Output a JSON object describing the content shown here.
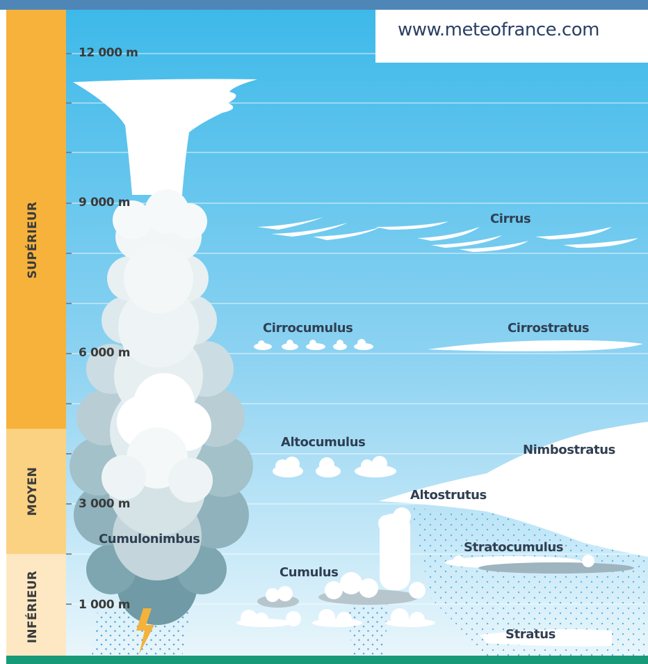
{
  "website": "www.meteofrance.com",
  "altitude_bands": [
    {
      "id": "superieur",
      "label": "SUPÉRIEUR",
      "color": "#f6b23a"
    },
    {
      "id": "moyen",
      "label": "MOYEN",
      "color": "#fbd282"
    },
    {
      "id": "inferieur",
      "label": "INFÉRIEUR",
      "color": "#fde8c3"
    }
  ],
  "altitude_labels": [
    "12 000 m",
    "9 000 m",
    "6 000 m",
    "3 000 m",
    "1 000 m"
  ],
  "clouds": {
    "cirrus": "Cirrus",
    "cirrocumulus": "Cirrocumulus",
    "cirrostratus": "Cirrostratus",
    "altocumulus": "Altocumulus",
    "nimbostratus": "Nimbostratus",
    "altostratus": "Altostrutus",
    "stratocumulus": "Stratocumulus",
    "cumulus": "Cumulus",
    "cumulonimbus": "Cumulonimbus",
    "stratus": "Stratus"
  },
  "colors": {
    "sky_top": "#3db9e9",
    "sky_bottom": "#e6f5fb",
    "ground": "#169a77",
    "lightning": "#f3b23a"
  }
}
